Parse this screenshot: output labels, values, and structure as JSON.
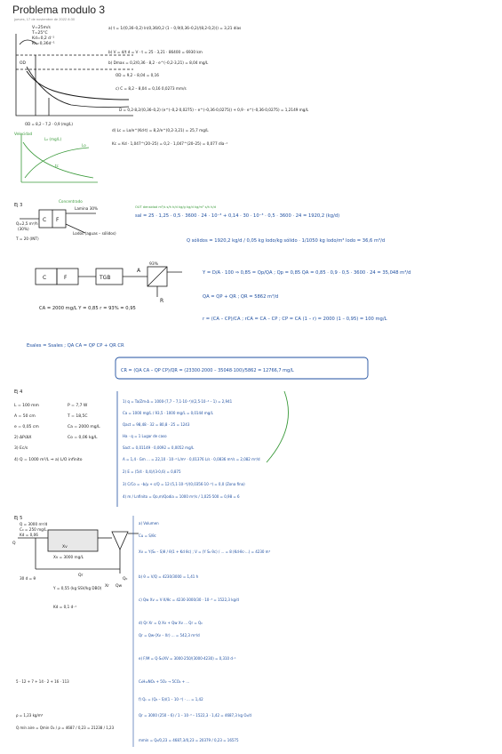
{
  "page": {
    "title": "Problema modulo 3",
    "date": "jueves, 17 de noviembre de 2022    8:30"
  },
  "colors": {
    "ink_black": "#1a1a1a",
    "ink_blue": "#1f4fa0",
    "ink_green": "#3a9a3a"
  },
  "problem1": {
    "diagram_labels": [
      "V=25m/s",
      "T=25°C",
      "Kd=0,2 d⁻¹",
      "Kr=0,36d⁻¹"
    ],
    "curve_label": "OD",
    "axis_label": "OD = 8,2 – 7,2 · 0,9 (mg/L)",
    "eq_a": "a) t = 1/(0,36–0,2) ln(0,36/0,2 (1 – 0,9(0,36–0,2)/(8,2·0,2))) = 3,21 días",
    "eq_b1": "b) V = d/t    d = V · t = 25 · 3,21 · 86400 = 6930 km",
    "eq_b2": "b) Dmax = 0,2/0,36 · 8,2 · e^(–0,2·3,21) = 8,04 mg/L",
    "eq_b3": "OD = 9,2 – 8,04 = 0,16",
    "eq_c": "c) C = 8,2 – 8,04 = 0,16   0,0273 mm/s",
    "eq_d": "D = 0,2·8,2/(0,36–0,2) (e^(–0,2·0,0275) – e^(–0,36·0,0275)) + 0,9 · e^(–0,36·0,0275) = 1,2149 mg/L",
    "eq_e": "d) Lc = Lo/e^(Kd·t) = 8,2/e^(0,2·3,21) = 25,7 mg/L",
    "eq_f": "Kc = Kd · 1,047^(20–25) = 0,2 · 1,047^(20–25) = 0,077 día⁻¹",
    "graph_labels": [
      "Velocidad",
      "L₀ (mg/L)",
      "Lo",
      "tc"
    ]
  },
  "problem3": {
    "label": "Ej 3",
    "diagram_labels": [
      "Q=2,5 m³/h",
      "(30%)",
      "T = 20 (INT)",
      "C",
      "F",
      "Lodos (aguas – sólidos)",
      "Concentrado",
      "Lamina 30%"
    ],
    "table_line": "sal = 25 · 1,25 · 0,5 · 3600 · 24 · 10⁻³ + 0,14 · 30 · 10⁻³ · 0,5 · 3600 · 24 = 1920,2 (kg/d)",
    "units_line": "OUT  densidad  m³/s  s/h  h/d  kg/g    kg/d   kg/m³  s/h  h/d",
    "q_line": "Q sólidos = 1920,2 kg/d / 0,05 kg lodo/kg sólido · 1/1050 kg lodo/m³ lodo = 36,6 m³/d",
    "diag2": [
      "C",
      "F",
      "TGB",
      "A",
      "R",
      "93%"
    ],
    "eq_y": "Y = D/A · 100 ⇒ 0,85 = Qp/QA ; Qp = 0,85 QA = 0,85 · 0,9 · 0,5 · 3600 · 24 = 35,048 m³/d",
    "eq_qa": "QA = QP + QR ; QR = 5862 m³/d",
    "eq_ca": "CA = 2000 mg/L      Y = 0,85      r = 93% = 0,95",
    "eq_r": "r = (CA – CP)/CA ; rCA = CA – CP ; CP = CA (1 – r) = 2000 (1 – 0,95) = 100 mg/L",
    "balance": "Esales = Ssales ;   QA CA = QP CP + QR CR",
    "result": "CR = (QA CA – QP CP)/QR = (23300·2000 – 35048·100)/5862 = 12766,7 mg/L"
  },
  "problem4": {
    "label": "Ej 4",
    "data": [
      "L = 100 mm",
      "A = 50 cm",
      "e = 0,05 cm",
      "2) ΔP/ΔX",
      "3) Ec/s",
      "4) Q = 1000 m³/L ⇒ a) L/O infinito"
    ],
    "data_right": [
      "P = 7,7 W",
      "T = 18,5C",
      "Ca = 2000 mg/L",
      "Co = 0,06 kg/L"
    ],
    "lines": [
      "1) q = Ta/Zm·Δ = 1000·(7,7 – 7,1·10⁻³)/(2,5·10⁻⁴ – 1) = 2,941",
      "Ca = 1000 mg/L / 93,5 · 1000 mg/L = 0,0144 mg/L",
      "Qact = 98,48 · 32 = 80,8 · 25 = 1243",
      "Ha · q = 1 Lugar de caso",
      "Sact = 0,01149 · 0,0092 = 0,0052 mg/L",
      "A = 1,4 · Gm ... = 22,10 · 10⁻⁴ L/m² · 0,01376 L/s · 0,0836 m³/s = 2,082 m³/d",
      "2) E = (5/4 · 0,4)/(3·0,6) = 0,875",
      "3) C/Co = –b/μ + c/Q = 12·(5,1·10⁻⁸)/(0,0356·10⁻³) = 0,0 (Zona fina)",
      "4) m / Lnfinito = Qo,m/Qodia = 1000 m³/s / 1,025·500 = 0,98 = 6"
    ]
  },
  "problem5": {
    "label": "Ej 5",
    "data": [
      "Q = 3000 m³/d",
      "C₀ = 250 mg/L",
      "Kd = 0,06",
      "Xv = 3000 mg/L",
      "Y = 0,55 (kg SSV/kg DBO)",
      "Kd = 0,1 d⁻¹",
      "30 d = θ"
    ],
    "diagram_labels": [
      "Q",
      "Q₀",
      "Xv",
      "Qw",
      "Qr",
      "Xr"
    ],
    "lines": [
      "a) Volumen",
      "Cu = S/θc",
      "Xv = Y(S₀ – S)θ / θ(1 + Kd θc) ;  V = (Y S₀ θc) / ...  = 8 (Kd·θc·...) = 4230 m³",
      "b) θ = V/Q = 4230/3000 = 1,41 h",
      "c) Qw Xv = V·X/θc = 4230·3000/30 · 10⁻³ = 1522,3 kg/d",
      "d) Qr Xr = Q Xv + Qw Xv ...   Qr = Q₀",
      "Qr = Qw·(Xv – Xr) ... = 542,3 m³/d",
      "e) F/M = Q·S₀/XV = 3000·250/(3000·4230) = 0,310 d⁻¹",
      "5 · 12 + 7 + 14 · 2 + 16 · 113",
      "C₆H₁₂NO₂ + 5O₂ → 5CO₂ + ...",
      "f) Qₙ = (Q₀ – S)/(1 – 10⁻³) · ... = 1,42",
      "Qr = 3000 (250 – 6) / 1 – 10⁻³ – 1522,3 · 1,42 = 4687,3 kg O₂/d",
      "ρ = 1,23 kg/m³",
      "Q mín aire = Qmin O₂ / ρ = 4687 / 0,23 = 21238 / 1,23",
      "mmin = Q₀/0,23 = 4687,3/0,23 = 20379 / 0,23 = 16575"
    ]
  }
}
